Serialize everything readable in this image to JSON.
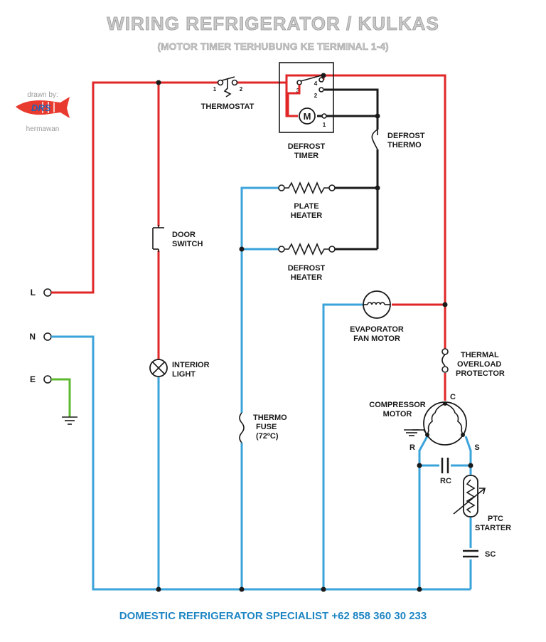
{
  "header": {
    "title": "WIRING REFRIGERATOR / KULKAS",
    "subtitle": "(MOTOR TIMER TERHUBUNG KE TERMINAL 1-4)"
  },
  "credit": {
    "drawn_by": "drawn by:",
    "logo_text": "DRS",
    "author": "hermawan"
  },
  "terminals": {
    "line": "L",
    "neutral": "N",
    "earth": "E"
  },
  "components": {
    "thermostat": {
      "label": "THERMOSTAT",
      "pin1": "1",
      "pin2": "2"
    },
    "defrost_timer": {
      "line1": "DEFROST",
      "line2": "TIMER",
      "motor": "M",
      "pin1": "1",
      "pin2": "2",
      "pin3": "3",
      "pin4": "4"
    },
    "defrost_thermo": {
      "line1": "DEFROST",
      "line2": "THERMO"
    },
    "plate_heater": {
      "line1": "PLATE",
      "line2": "HEATER"
    },
    "defrost_heater": {
      "line1": "DEFROST",
      "line2": "HEATER"
    },
    "door_switch": {
      "line1": "DOOR",
      "line2": "SWITCH"
    },
    "interior_light": {
      "line1": "INTERIOR",
      "line2": "LIGHT"
    },
    "evaporator_fan": {
      "line1": "EVAPORATOR",
      "line2": "FAN MOTOR"
    },
    "thermal_overload": {
      "line1": "THERMAL",
      "line2": "OVERLOAD",
      "line3": "PROTECTOR"
    },
    "compressor": {
      "line1": "COMPRESSOR",
      "line2": "MOTOR",
      "pin_c": "C",
      "pin_r": "R",
      "pin_s": "S"
    },
    "thermo_fuse": {
      "line1": "THERMO",
      "line2": "FUSE",
      "line3": "(72ºC)"
    },
    "run_capacitor": {
      "label": "RC"
    },
    "ptc_starter": {
      "line1": "PTC",
      "line2": "STARTER"
    },
    "start_capacitor": {
      "label": "SC"
    }
  },
  "footer": {
    "text": "DOMESTIC REFRIGERATOR SPECIALIST +62 858 360 30 233"
  },
  "colors": {
    "live": "#e02626",
    "neutral": "#3aa3da",
    "switched": "#1a1a1a",
    "earth": "#5cb82e",
    "footer": "#1f86c4"
  }
}
